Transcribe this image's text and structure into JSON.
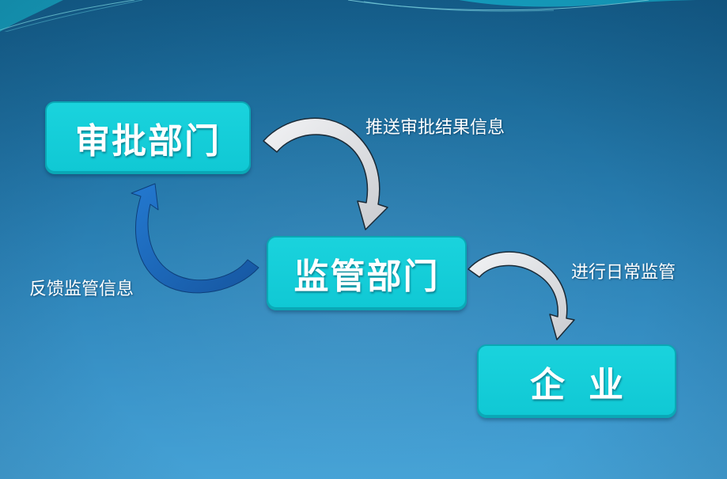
{
  "diagram": {
    "nodes": [
      {
        "id": "approval",
        "label": "审批部门"
      },
      {
        "id": "supervision",
        "label": "监管部门"
      },
      {
        "id": "enterprise",
        "label": "企业"
      }
    ],
    "edges": [
      {
        "from": "approval",
        "to": "supervision",
        "label": "推送审批结果信息",
        "arrow_color": "#d9dadd"
      },
      {
        "from": "supervision",
        "to": "approval",
        "label": "反馈监管信息",
        "arrow_color": "#1a5fb0"
      },
      {
        "from": "supervision",
        "to": "enterprise",
        "label": "进行日常监管",
        "arrow_color": "#d9dadd"
      }
    ]
  },
  "colors": {
    "background_top": "#155f8c",
    "background_bottom": "#45a2d6",
    "box_fill": "#11cdd8",
    "box_border": "#0aa7b4",
    "text": "#ffffff"
  }
}
